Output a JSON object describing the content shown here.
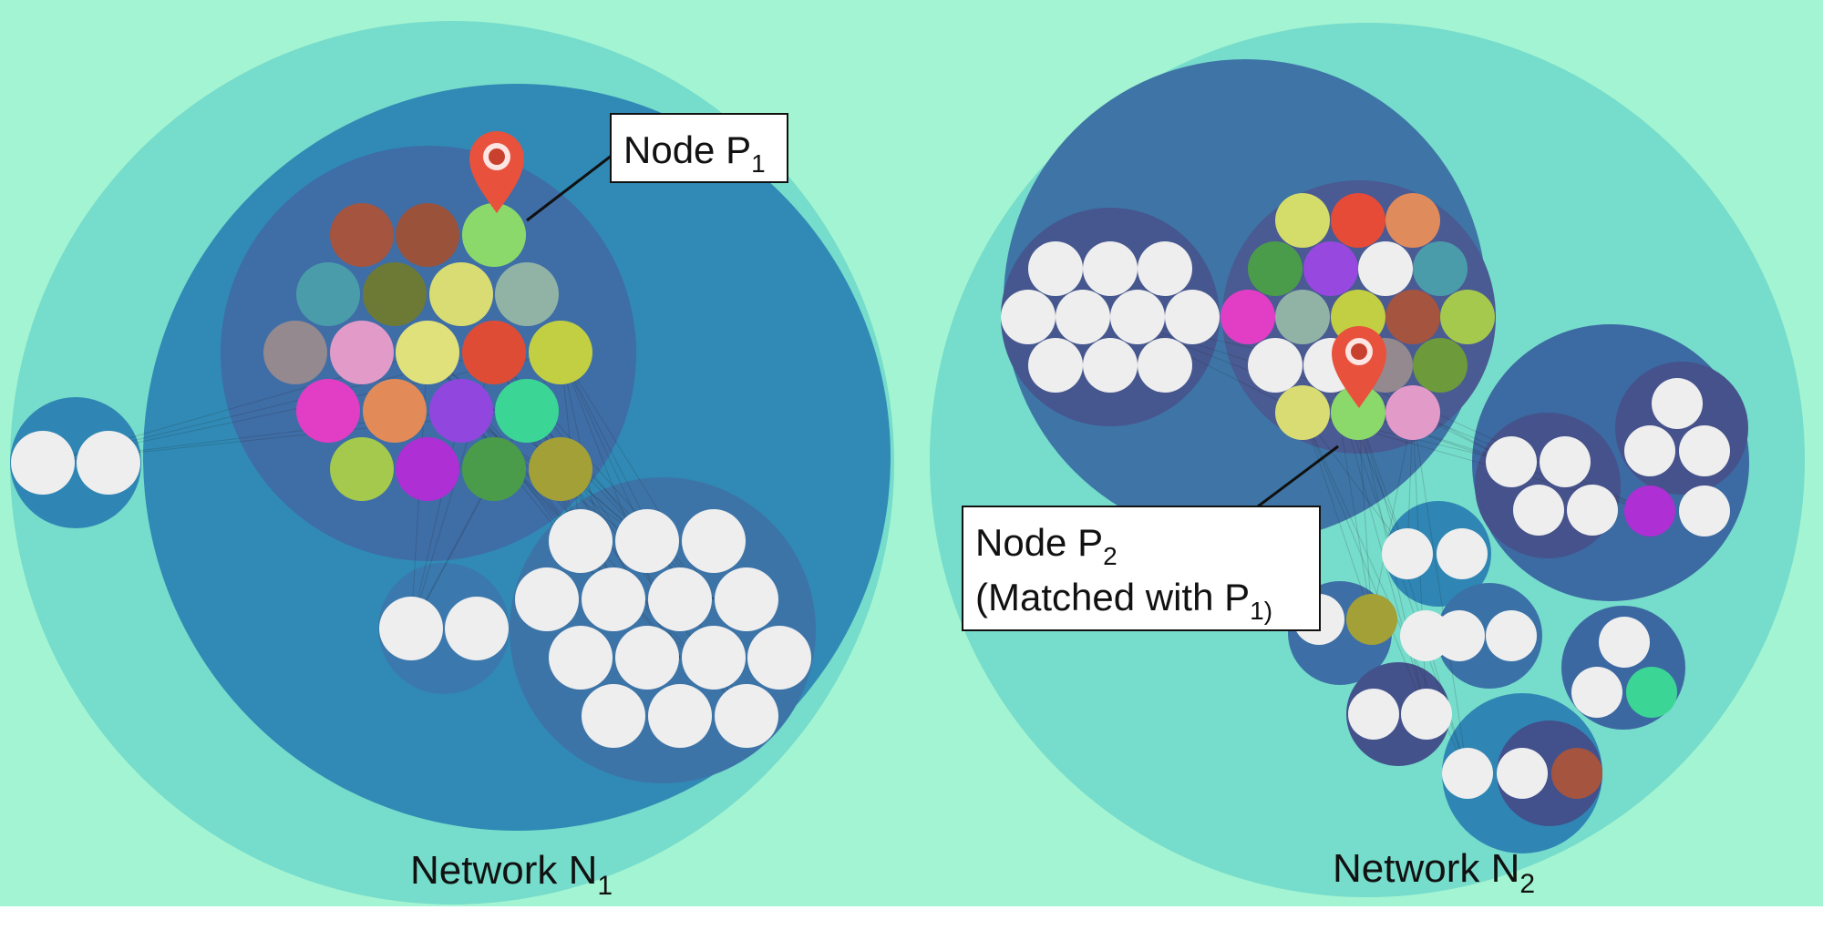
{
  "colors": {
    "background": "#a3f4d2",
    "outer_teal": "#76dccb",
    "mid_blue": "#308ab5",
    "dark_blue": "#4076a6",
    "darker_blue": "#3f6aa0",
    "pin_red": "#e8513c",
    "node_white": "#eeeeee"
  },
  "labels": {
    "network_n1": {
      "prefix": "Network N",
      "sub": "1"
    },
    "network_n2": {
      "prefix": "Network N",
      "sub": "2"
    },
    "node_p1": {
      "prefix": "Node P",
      "sub": "1"
    },
    "node_p2": {
      "line1_prefix": "Node P",
      "line1_sub": "2",
      "line2_prefix": "(Matched with P",
      "line2_sub": "1)"
    }
  },
  "icons": {
    "pin": "map-pin-icon"
  }
}
